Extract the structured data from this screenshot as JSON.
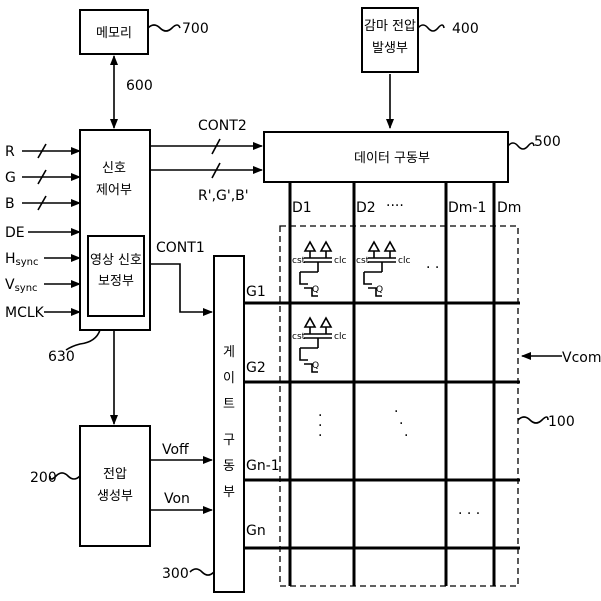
{
  "blocks": {
    "memory": {
      "label": "메모리",
      "ref": "700"
    },
    "gamma": {
      "line1": "감마 전압",
      "line2": "발생부",
      "ref": "400"
    },
    "signal_controller": {
      "line1": "신호",
      "line2": "제어부",
      "ref": "600"
    },
    "image_corrector": {
      "line1": "영상 신호",
      "line2": "보정부",
      "ref": "630"
    },
    "data_driver": {
      "label": "데이터 구동부",
      "ref": "500"
    },
    "gate_driver": {
      "chars": [
        "게",
        "이",
        "트",
        "구",
        "동",
        "부"
      ],
      "ref": "300"
    },
    "voltage_gen": {
      "line1": "전압",
      "line2": "생성부",
      "ref": "200"
    },
    "panel": {
      "ref": "100"
    }
  },
  "inputs": [
    {
      "label": "R",
      "sub": "",
      "bus": true
    },
    {
      "label": "G",
      "sub": "",
      "bus": true
    },
    {
      "label": "B",
      "sub": "",
      "bus": true
    },
    {
      "label": "DE",
      "sub": "",
      "bus": false
    },
    {
      "label": "H",
      "sub": "sync",
      "bus": false
    },
    {
      "label": "V",
      "sub": "sync",
      "bus": false
    },
    {
      "label": "MCLK",
      "sub": "",
      "bus": false
    }
  ],
  "signals": {
    "cont2": "CONT2",
    "rgb_prime": "R',G',B'",
    "cont1": "CONT1",
    "voff": "Voff",
    "von": "Von",
    "vcom": "Vcom"
  },
  "data_lines": [
    "D1",
    "D2",
    "····",
    "Dm-1",
    "Dm"
  ],
  "gate_lines": [
    "G1",
    "G2",
    "Gn-1",
    "Gn"
  ],
  "pixel": {
    "cst": "cst",
    "clc": "clc",
    "q": "Q"
  },
  "ellipsis": {
    "h": "· · ·",
    "v": "·"
  }
}
